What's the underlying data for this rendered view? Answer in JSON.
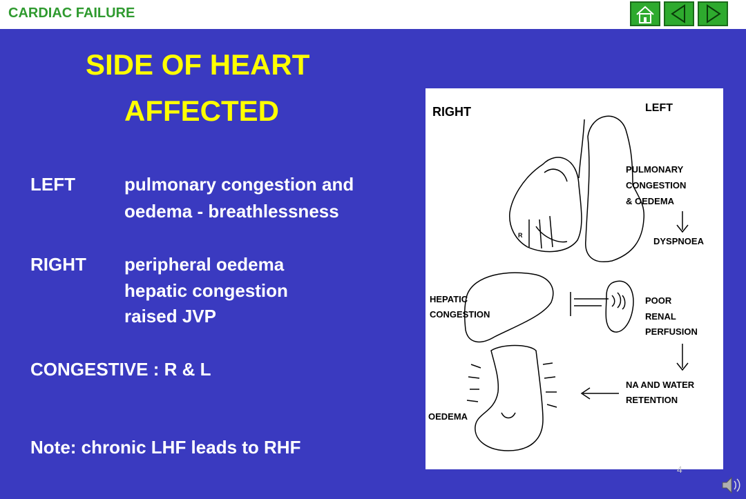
{
  "header": {
    "title": "CARDIAC FAILURE",
    "accent": "#2f9a2f"
  },
  "nav": {
    "home_icon": "home-icon",
    "prev_icon": "prev-icon",
    "next_icon": "next-icon",
    "button_color": "#2eaa2e"
  },
  "slide": {
    "title_line1": "SIDE OF HEART",
    "title_line2": "AFFECTED",
    "title_color": "#ffff00",
    "background": "#3a3ac0",
    "left_label": "LEFT",
    "left_line1": "pulmonary congestion and",
    "left_line2": "oedema -  breathlessness",
    "right_label": "RIGHT",
    "right_line1": "peripheral  oedema",
    "right_line2": "hepatic congestion",
    "right_line3": "raised JVP",
    "congestive": "CONGESTIVE  :   R & L",
    "note": "Note: chronic LHF leads to RHF"
  },
  "diagram": {
    "right": "RIGHT",
    "left": "LEFT",
    "r_marker": "R",
    "pulmonary_1": "PULMONARY",
    "pulmonary_2": "CONGESTION",
    "pulmonary_3": "& OEDEMA",
    "dyspnoea": "DYSPNOEA",
    "hepatic_1": "HEPATIC",
    "hepatic_2": "CONGESTION",
    "poor_1": "POOR",
    "poor_2": "RENAL",
    "poor_3": "PERFUSION",
    "na_1": "NA AND WATER",
    "na_2": "RETENTION",
    "oedema": "OEDEMA"
  },
  "footer": {
    "page_number": "4",
    "speaker_icon": "speaker-icon"
  }
}
